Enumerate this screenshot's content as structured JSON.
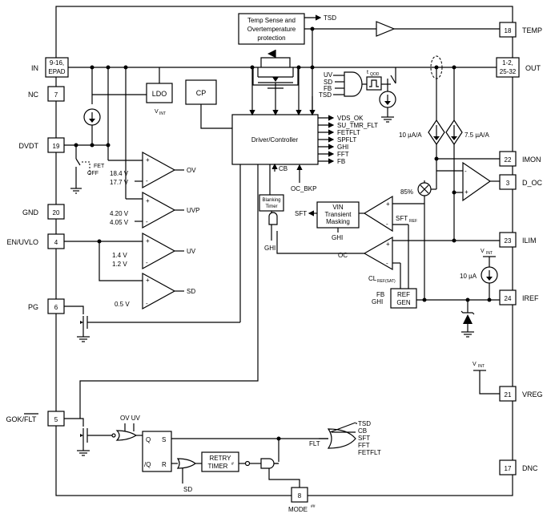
{
  "pins_left": [
    {
      "num": "9-16,\nEPAD",
      "num_line1": "9-16,",
      "num_line2": "EPAD",
      "name": "IN"
    },
    {
      "num": "7",
      "name": "NC"
    },
    {
      "num": "19",
      "name": "DVDT"
    },
    {
      "num": "20",
      "name": "GND"
    },
    {
      "num": "4",
      "name": "EN/UVLO"
    },
    {
      "num": "6",
      "name": "PG"
    },
    {
      "num": "5",
      "name": "GOK/FLT",
      "name_plain": "GOK/",
      "name_overbar": "FLT"
    }
  ],
  "pins_right": [
    {
      "num": "18",
      "name": "TEMP"
    },
    {
      "num": "1-2,\n25-32",
      "num_line1": "1-2,",
      "num_line2": "25-32",
      "name": "OUT"
    },
    {
      "num": "22",
      "name": "IMON"
    },
    {
      "num": "3",
      "name": "D_OC"
    },
    {
      "num": "23",
      "name": "ILIM"
    },
    {
      "num": "24",
      "name": "IREF"
    },
    {
      "num": "21",
      "name": "VREG"
    },
    {
      "num": "17",
      "name": "DNC"
    }
  ],
  "pin_bottom": {
    "num": "8",
    "name": "MODE",
    "name_sup": "##"
  },
  "blocks": {
    "temp_sense_line1": "Temp Sense and",
    "temp_sense_line2": "Overtemperature",
    "temp_sense_line3": "protection",
    "ldo": "LDO",
    "cp": "CP",
    "driver": "Driver/Controller",
    "blanking_line1": "Blanking",
    "blanking_line2": "Timer",
    "vin_line1": "VIN",
    "vin_line2": "Transient",
    "vin_line3": "Masking",
    "ref_line1": "REF",
    "ref_line2": "GEN",
    "retry_line1": "RETRY",
    "retry_line2": "TIMER",
    "retry_sup": "#",
    "latch_q": "Q",
    "latch_s": "S",
    "latch_qbar": "/Q",
    "latch_r": "R"
  },
  "signals": {
    "tsd": "TSD",
    "vint": "V",
    "vint_sub": "INT",
    "uv": "UV",
    "sd": "SD",
    "fb": "FB",
    "t_qod": "t",
    "t_qod_sub": "QOD",
    "vds_ok": "VDS_OK",
    "su_tmr_flt": "SU_TMR_FLT",
    "fetflt": "FETFLT",
    "spflt": "SPFLT",
    "ghi": "GHI",
    "fft": "FFT",
    "cb": "CB",
    "oc_bkp": "OC_BKP",
    "sft": "SFT",
    "sft_ref": "SFT",
    "sft_ref_sub": "REF",
    "oc": "OC",
    "cl_ref": "CL",
    "cl_ref_sub": "REF(SAT)",
    "pct85": "85%",
    "i10": "10 µA/A",
    "i75": "7.5 µA/A",
    "i10ua": "10 µA",
    "fet_off_1": "FET",
    "fet_off_2": "OFF",
    "ov_uv": "OV UV",
    "flt": "FLT",
    "gate_in_tsd": "TSD",
    "gate_in_cb": "CB",
    "gate_in_sft": "SFT",
    "gate_in_fft": "FFT",
    "gate_in_fetflt": "FETFLT"
  },
  "comparators": {
    "ov": {
      "name": "OV",
      "th1": "18.4 V",
      "th2": "17.7 V"
    },
    "uvp": {
      "name": "UVP",
      "th1": "4.20 V",
      "th2": "4.05 V"
    },
    "uv": {
      "name": "UV",
      "th1": "1.4 V",
      "th2": "1.2 V"
    },
    "sd": {
      "name": "SD",
      "th1": "0.5 V"
    }
  }
}
